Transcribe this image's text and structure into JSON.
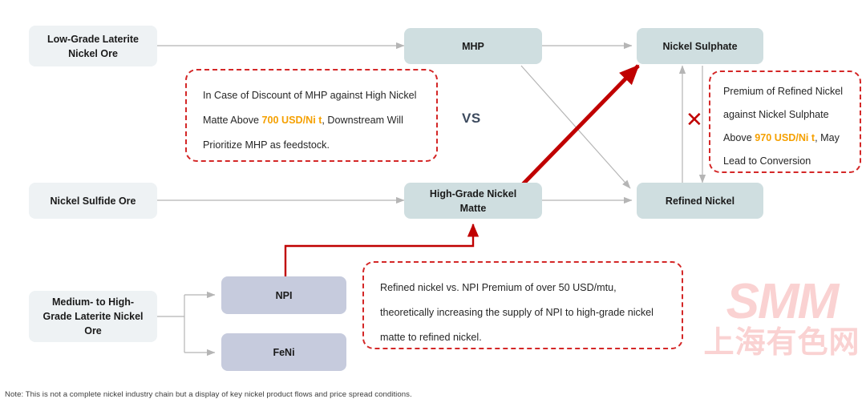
{
  "diagram": {
    "title": "Nickel industry chain key product flows and price spreads",
    "colors": {
      "ore_box": "#eef2f4",
      "product_box": "#cfdee0",
      "alloy_box": "#c6cbdd",
      "callout_border": "#d42727",
      "highlight_text": "#f5a000",
      "red_arrow": "#c00000",
      "gray_arrow": "#b5b5b5",
      "vs_text": "#3c4a5e",
      "watermark": "#fad2d2"
    },
    "nodes": {
      "low_grade_laterite": "Low-Grade Laterite\nNickel Ore",
      "mhp": "MHP",
      "nickel_sulphate": "Nickel Sulphate",
      "nickel_sulfide_ore": "Nickel Sulfide Ore",
      "high_grade_matte": "High-Grade Nickel\nMatte",
      "refined_nickel": "Refined Nickel",
      "medium_high_laterite": "Medium- to High-\nGrade Laterite Nickel\nOre",
      "npi": "NPI",
      "feni": "FeNi"
    },
    "vs_label": "VS",
    "x_marker": "✕",
    "callouts": {
      "mhp_discount": {
        "part1": "In Case of Discount of MHP against High Nickel Matte Above ",
        "highlight": "700 USD/Ni t",
        "part2": ", Downstream Will Prioritize MHP as feedstock."
      },
      "refined_premium": {
        "part1": "Premium of Refined Nickel against Nickel Sulphate Above ",
        "highlight": "970 USD/Ni t",
        "part2": ", May Lead to Conversion"
      },
      "npi_premium": {
        "text": "Refined nickel vs. NPI Premium of over 50 USD/mtu, theoretically increasing the supply of NPI to high-grade nickel matte to refined nickel."
      }
    },
    "watermark": {
      "logo": "SMM",
      "subtitle": "上海有色网"
    },
    "footnote": "Note: This is not a complete nickel industry chain but a display of key nickel product flows and price spread conditions."
  }
}
